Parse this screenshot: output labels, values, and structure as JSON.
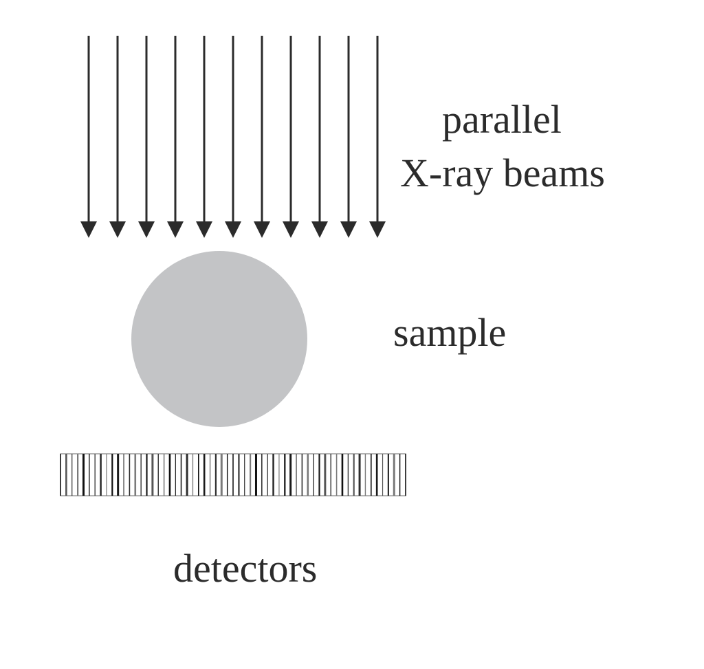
{
  "diagram": {
    "labels": {
      "beams_line1": "parallel",
      "beams_line2": "X-ray beams",
      "sample": "sample",
      "detectors": "detectors"
    },
    "beam_count": 11,
    "colors": {
      "arrow": "#2b2b2b",
      "sample": "#c3c4c6",
      "detector_line": "#1a1a1a",
      "text": "#2b2b2b"
    }
  }
}
